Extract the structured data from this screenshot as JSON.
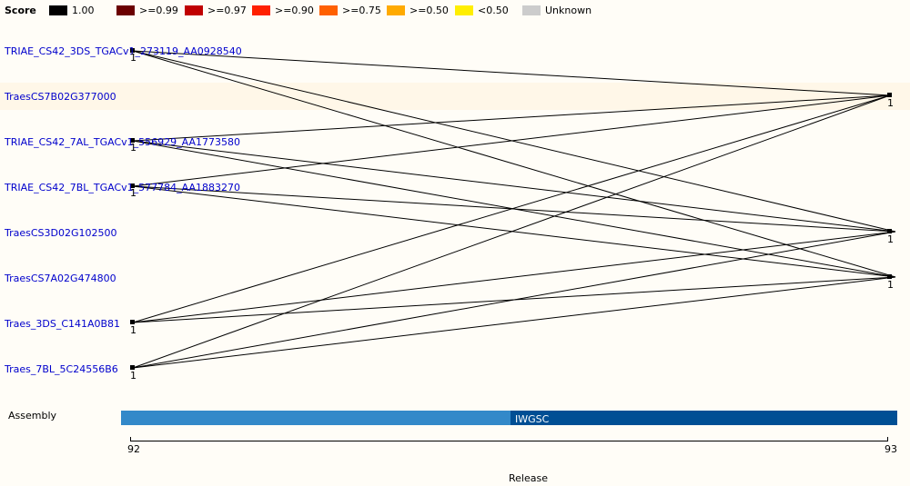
{
  "legend": {
    "title": "Score",
    "items": [
      {
        "label": "1.00",
        "color": "#000000"
      },
      {
        "label": ">=0.99",
        "color": "#6b0000"
      },
      {
        "label": ">=0.97",
        "color": "#c00000"
      },
      {
        "label": ">=0.90",
        "color": "#ff2000"
      },
      {
        "label": ">=0.75",
        "color": "#ff6000"
      },
      {
        "label": ">=0.50",
        "color": "#ffaa00"
      },
      {
        "label": "<0.50",
        "color": "#ffee00"
      },
      {
        "label": "Unknown",
        "color": "#cccccc"
      }
    ]
  },
  "genes": [
    {
      "label": "TRIAE_CS42_3DS_TGACv1_273119_AA0928540",
      "release_count": "1"
    },
    {
      "label": "TraesCS7B02G377000",
      "release_count": "1",
      "highlighted": true
    },
    {
      "label": "TRIAE_CS42_7AL_TGACv1_556929_AA1773580",
      "release_count": "1"
    },
    {
      "label": "TRIAE_CS42_7BL_TGACv1_577784_AA1883270",
      "release_count": "1"
    },
    {
      "label": "TraesCS3D02G102500",
      "release_count": "1"
    },
    {
      "label": "TraesCS7A02G474800",
      "release_count": "1"
    },
    {
      "label": "Traes_3DS_C141A0B81",
      "release_count": "1"
    },
    {
      "label": "Traes_7BL_5C24556B6",
      "release_count": "1"
    }
  ],
  "assembly": {
    "label": "Assembly",
    "segments": [
      {
        "name": "",
        "color": "#3389c9"
      },
      {
        "name": "IWGSC",
        "color": "#004f94"
      }
    ]
  },
  "axis": {
    "title": "Release",
    "ticks": [
      "92",
      "93"
    ]
  }
}
